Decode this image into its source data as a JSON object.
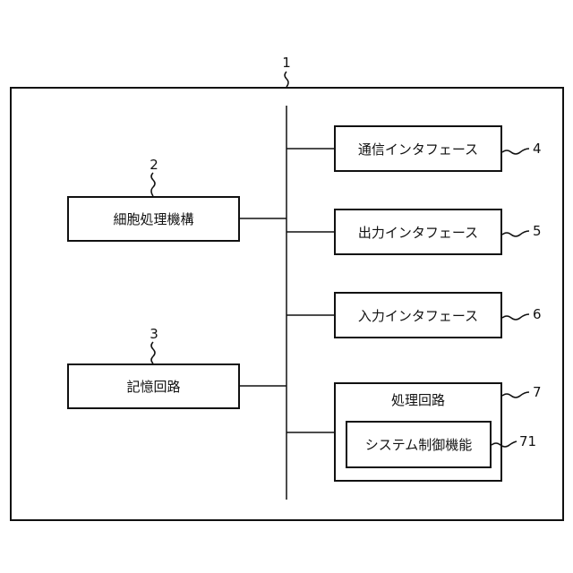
{
  "diagram": {
    "system": {
      "ref": "1"
    },
    "cell_processing": {
      "label": "細胞処理機構",
      "ref": "2"
    },
    "memory": {
      "label": "記憶回路",
      "ref": "3"
    },
    "comm_if": {
      "label": "通信インタフェース",
      "ref": "4"
    },
    "output_if": {
      "label": "出力インタフェース",
      "ref": "5"
    },
    "input_if": {
      "label": "入力インタフェース",
      "ref": "6"
    },
    "processing_circuit": {
      "label": "処理回路",
      "ref": "7"
    },
    "system_control": {
      "label": "システム制御機能",
      "ref": "71"
    }
  }
}
